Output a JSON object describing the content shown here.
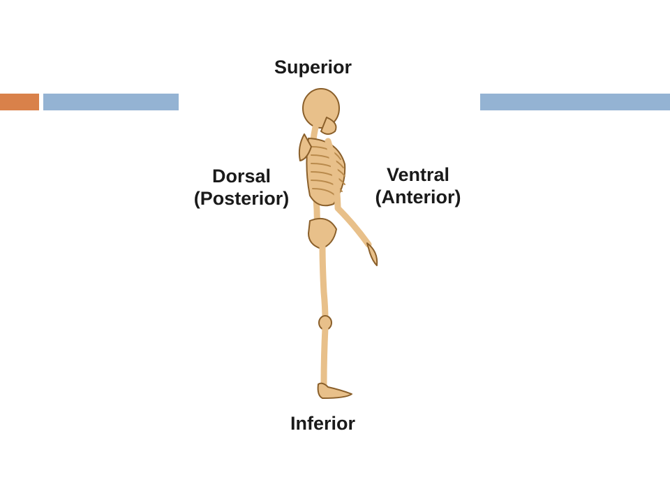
{
  "colors": {
    "accent_bar": "#d9814a",
    "blue_bar": "#94b3d3",
    "bone": "#e8c08a",
    "bone_shade": "#b98a4c",
    "bone_outline": "#8a5f2a"
  },
  "labels": {
    "superior": "Superior",
    "inferior": "Inferior",
    "dorsal_line1": "Dorsal",
    "dorsal_line2": "(Posterior)",
    "ventral_line1": "Ventral",
    "ventral_line2": "(Anterior)"
  },
  "icons": {
    "skeleton": "skeleton-side-view-icon"
  }
}
